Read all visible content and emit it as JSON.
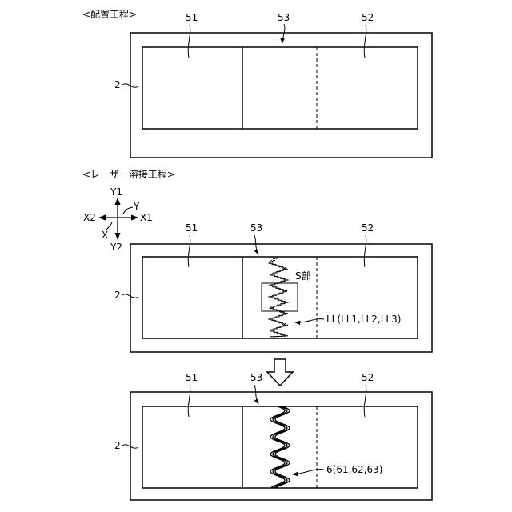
{
  "sections": [
    {
      "title": "<配置工程>",
      "plate_label": "2",
      "part_left_label": "51",
      "part_center_label": "53",
      "part_right_label": "52"
    },
    {
      "title": "<レーザー溶接工程>",
      "plate_label": "2",
      "part_left_label": "51",
      "part_center_label": "53",
      "part_right_label": "52",
      "region_label": "S部",
      "trajectory_label": "LL(LL1,LL2,LL3)"
    },
    {
      "plate_label": "2",
      "part_left_label": "51",
      "part_center_label": "53",
      "part_right_label": "52",
      "weld_label": "6(61,62,63)"
    }
  ],
  "axes": {
    "y1": "Y1",
    "y2": "Y2",
    "x1": "X1",
    "x2": "X2",
    "y": "Y",
    "x": "X"
  }
}
